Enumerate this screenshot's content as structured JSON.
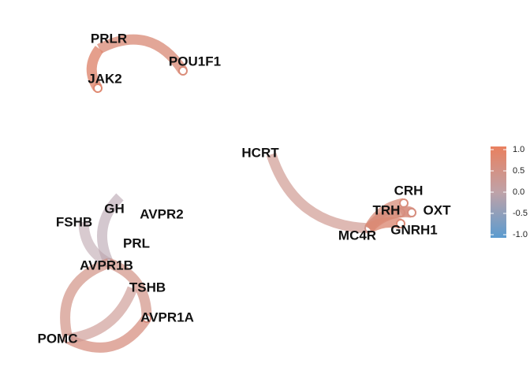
{
  "nodes": [
    {
      "id": "PRLR",
      "label": "PRLR"
    },
    {
      "id": "JAK2",
      "label": "JAK2"
    },
    {
      "id": "POU1F1",
      "label": "POU1F1"
    },
    {
      "id": "HCRT",
      "label": "HCRT"
    },
    {
      "id": "CRH",
      "label": "CRH"
    },
    {
      "id": "TRH",
      "label": "TRH"
    },
    {
      "id": "OXT",
      "label": "OXT"
    },
    {
      "id": "GNRH1",
      "label": "GNRH1"
    },
    {
      "id": "MC4R",
      "label": "MC4R"
    },
    {
      "id": "GH",
      "label": "GH"
    },
    {
      "id": "AVPR2",
      "label": "AVPR2"
    },
    {
      "id": "FSHB",
      "label": "FSHB"
    },
    {
      "id": "PRL",
      "label": "PRL"
    },
    {
      "id": "AVPR1B",
      "label": "AVPR1B"
    },
    {
      "id": "TSHB",
      "label": "TSHB"
    },
    {
      "id": "AVPR1A",
      "label": "AVPR1A"
    },
    {
      "id": "POMC",
      "label": "POMC"
    }
  ],
  "edges": [
    {
      "from": "PRLR",
      "to": "POU1F1",
      "weight": 0.65
    },
    {
      "from": "PRLR",
      "to": "JAK2",
      "weight": 0.75
    },
    {
      "from": "HCRT",
      "to": "MC4R",
      "weight": 0.35
    },
    {
      "from": "MC4R",
      "to": "CRH",
      "weight": 0.6
    },
    {
      "from": "MC4R",
      "to": "TRH",
      "weight": 0.65
    },
    {
      "from": "MC4R",
      "to": "OXT",
      "weight": 0.6
    },
    {
      "from": "MC4R",
      "to": "GNRH1",
      "weight": 0.7
    },
    {
      "from": "TRH",
      "to": "OXT",
      "weight": 0.55
    },
    {
      "from": "GH",
      "to": "AVPR1B",
      "weight": -0.1
    },
    {
      "from": "FSHB",
      "to": "AVPR1B",
      "weight": -0.05
    },
    {
      "from": "AVPR1B",
      "to": "AVPR1A",
      "weight": 0.45
    },
    {
      "from": "AVPR1B",
      "to": "POMC",
      "weight": 0.45
    },
    {
      "from": "POMC",
      "to": "AVPR1A",
      "weight": 0.55
    },
    {
      "from": "TSHB",
      "to": "POMC",
      "weight": 0.3
    }
  ],
  "legend": {
    "ticks": [
      "1.0",
      "0.5",
      "0.0",
      "-0.5",
      "-1.0"
    ],
    "high_color": "#E9805F",
    "mid_color": "#BFA2A8",
    "low_color": "#5B9BCF"
  }
}
